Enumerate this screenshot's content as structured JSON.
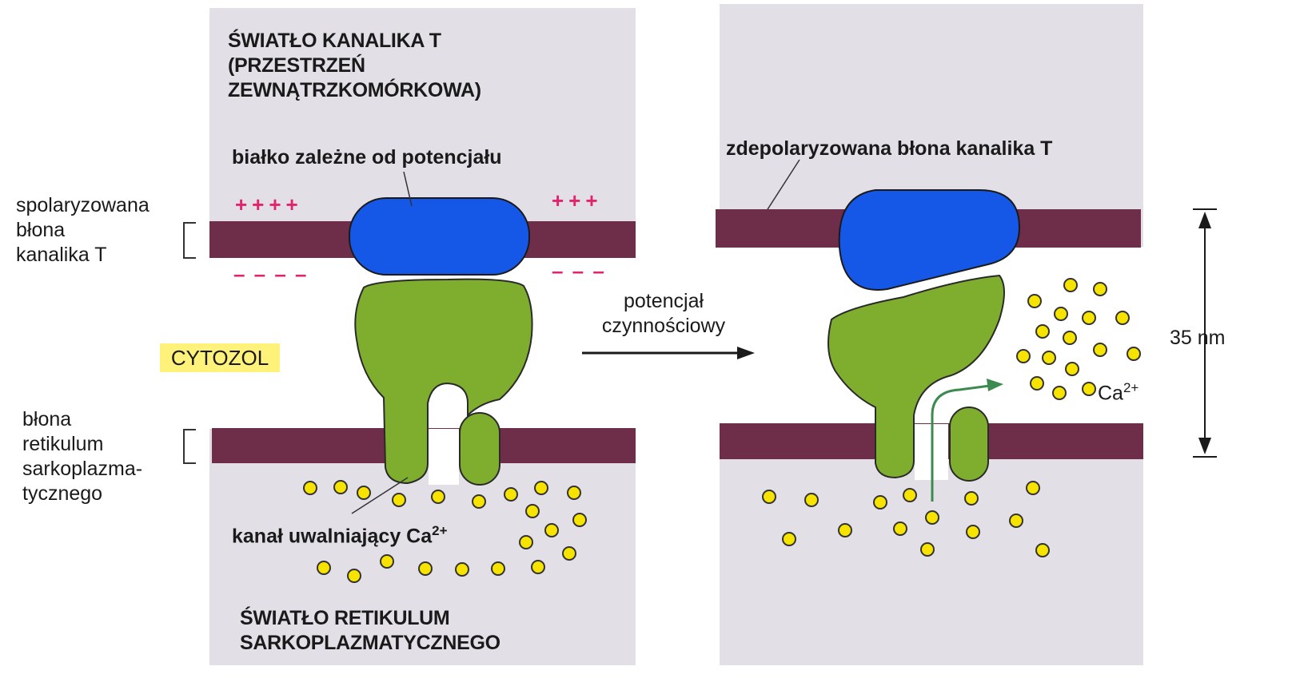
{
  "left_panel": {
    "lumen_t_tubule": [
      "ŚWIATŁO KANALIKA T",
      "(PRZESTRZEŃ",
      "ZEWNĄTRZKOMÓRKOWA)"
    ],
    "voltage_protein_label": "białko zależne od potencjału",
    "polarized_membrane_label": [
      "spolaryzowana",
      "błona",
      "kanalika T"
    ],
    "cytosol_label": "CYTOZOL",
    "sr_membrane_label": [
      "błona",
      "retikulum",
      "sarkoplazma-",
      "tycznego"
    ],
    "release_channel_label": "kanał uwalniający Ca",
    "release_channel_sup": "2+",
    "sr_lumen_label": [
      "ŚWIATŁO RETIKULUM",
      "SARKOPLAZMATYCZNEGO"
    ],
    "plus_left": "++++",
    "plus_right": "+++",
    "minus_left": "– – – –",
    "minus_right": "– – –"
  },
  "arrow_label": [
    "potencjał",
    "czynnościowy"
  ],
  "right_panel": {
    "depolarized_label": "zdepolaryzowana błona kanalika T",
    "ca_label": "Ca",
    "ca_sup": "2+"
  },
  "scale_label": "35 nm",
  "colors": {
    "membrane": "#6e2d48",
    "voltage_protein": "#1557e6",
    "release_channel": "#7fae2f",
    "calcium": "#f6e300",
    "panel_bg": "#e2e0e6",
    "charge": "#e0256e",
    "cytosol_highlight": "#fff27a"
  }
}
